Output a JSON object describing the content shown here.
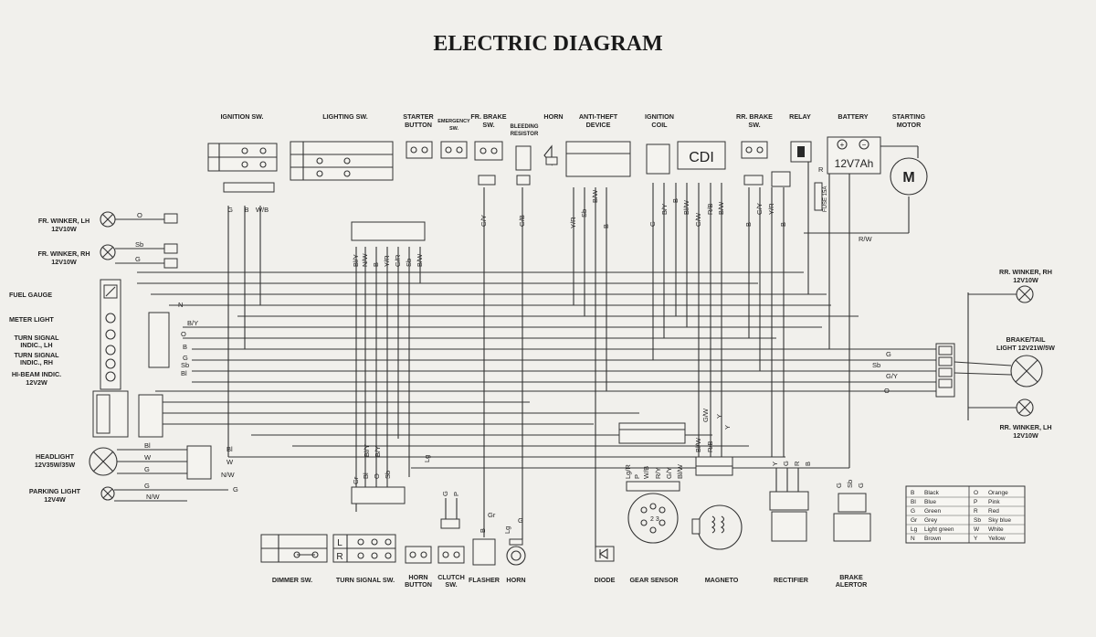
{
  "title": "ELECTRIC DIAGRAM",
  "components": {
    "ignition_sw": "IGNITION SW.",
    "lighting_sw": "LIGHTING SW.",
    "starter_button": [
      "STARTER",
      "BUTTON"
    ],
    "emergency_sw": [
      "EMERGENCY",
      "SW."
    ],
    "fr_brake_sw": [
      "FR. BRAKE",
      "SW."
    ],
    "bleeding_resistor": [
      "BLEEDING",
      "RESISTOR"
    ],
    "horn_top": "HORN",
    "anti_theft": [
      "ANTI-THEFT",
      "DEVICE"
    ],
    "ignition_coil": [
      "IGNITION",
      "COIL"
    ],
    "rr_brake_sw": [
      "RR. BRAKE",
      "SW."
    ],
    "relay": "RELAY",
    "battery": "BATTERY",
    "starting_motor": [
      "STARTING",
      "MOTOR"
    ],
    "battery_value": "12V7Ah",
    "cdi": "CDI",
    "motor_symbol": "M",
    "fuse": "FUSE 15A",
    "fr_winker_lh": [
      "FR. WINKER, LH",
      "12V10W"
    ],
    "fr_winker_rh": [
      "FR. WINKER, RH",
      "12V10W"
    ],
    "fuel_gauge": "FUEL GAUGE",
    "meter_light": "METER LIGHT",
    "turn_lh": [
      "TURN SIGNAL",
      "INDIC., LH"
    ],
    "turn_rh": [
      "TURN SIGNAL",
      "INDIC., RH"
    ],
    "hi_beam": [
      "HI-BEAM INDIC.",
      "12V2W"
    ],
    "headlight": [
      "HEADLIGHT",
      "12V35W/35W"
    ],
    "parking_light": [
      "PARKING LIGHT",
      "12V4W"
    ],
    "rr_winker_rh": [
      "RR. WINKER, RH",
      "12V10W"
    ],
    "brake_tail": [
      "BRAKE/TAIL",
      "LIGHT 12V21W/5W"
    ],
    "rr_winker_lh": [
      "RR. WINKER, LH",
      "12V10W"
    ],
    "dimmer_sw": "DIMMER SW.",
    "turn_signal_sw": "TURN SIGNAL SW.",
    "horn_button": [
      "HORN",
      "BUTTON"
    ],
    "clutch_sw": [
      "CLUTCH",
      "SW."
    ],
    "flasher": "FLASHER",
    "horn_bottom": "HORN",
    "diode": "DIODE",
    "gear_sensor": "GEAR SENSOR",
    "magneto": "MAGNETO",
    "rectifier": "RECTIFIER",
    "brake_alertor": [
      "BRAKE",
      "ALERTOR"
    ],
    "switch_L": "L",
    "switch_R": "R"
  },
  "wire_labels": {
    "ign": [
      "G",
      "B",
      "W/B"
    ],
    "lighting": [
      "Bl/Y",
      "N/W",
      "B",
      "Y/R",
      "G/R",
      "Sb",
      "B/W"
    ],
    "fr_brake": [
      "G/Y"
    ],
    "bleeding": [
      "G/B"
    ],
    "anti_theft": [
      "Y/R",
      "Sb",
      "B/W",
      "B"
    ],
    "ign_coil": [
      "G",
      "B/Y",
      "B",
      "Bl/W",
      "G/W",
      "R/B",
      "B/W"
    ],
    "rr_brake": [
      "B",
      "G/Y",
      "Y/R",
      "B"
    ],
    "relay": [
      "R"
    ],
    "battery_line": "R/W",
    "fr_winker_lh": "O",
    "fr_winker_rh": [
      "Sb",
      "G"
    ],
    "meter": [
      "N",
      "B/Y",
      "O",
      "B",
      "G",
      "Sb",
      "Bl"
    ],
    "right_conn": [
      "G",
      "Sb",
      "G/Y",
      "O"
    ],
    "headlight": [
      "Bl",
      "W",
      "G"
    ],
    "headlight_right": [
      "Bl",
      "W",
      "N/W"
    ],
    "parking": [
      "G",
      "N/W"
    ],
    "parking_right": "G",
    "turn_bottom": [
      "Gr",
      "Bl",
      "O",
      "Sb",
      "Lg"
    ],
    "turn_top": [
      "Bl/Y",
      "B/Y"
    ],
    "clutch": [
      "G",
      "P"
    ],
    "flasher": [
      "B",
      "Gr"
    ],
    "horn_bottom": [
      "Lg",
      "G"
    ],
    "gear_sensor": [
      "Lg/R",
      "P",
      "W/B",
      "R/Y",
      "G/Y",
      "Bl/W"
    ],
    "magneto": [
      "Bl/W",
      "R/B",
      "G/W",
      "Y",
      "Y"
    ],
    "rectifier": [
      "Y",
      "G",
      "R",
      "B"
    ],
    "alertor": [
      "G",
      "Sb",
      "G"
    ]
  },
  "legend": [
    {
      "code": "B",
      "name": "Black",
      "code2": "O",
      "name2": "Orange"
    },
    {
      "code": "Bl",
      "name": "Blue",
      "code2": "P",
      "name2": "Pink"
    },
    {
      "code": "G",
      "name": "Green",
      "code2": "R",
      "name2": "Red"
    },
    {
      "code": "Gr",
      "name": "Grey",
      "code2": "Sb",
      "name2": "Sky blue"
    },
    {
      "code": "Lg",
      "name": "Light green",
      "code2": "W",
      "name2": "White"
    },
    {
      "code": "N",
      "name": "Brown",
      "code2": "Y",
      "name2": "Yellow"
    }
  ]
}
